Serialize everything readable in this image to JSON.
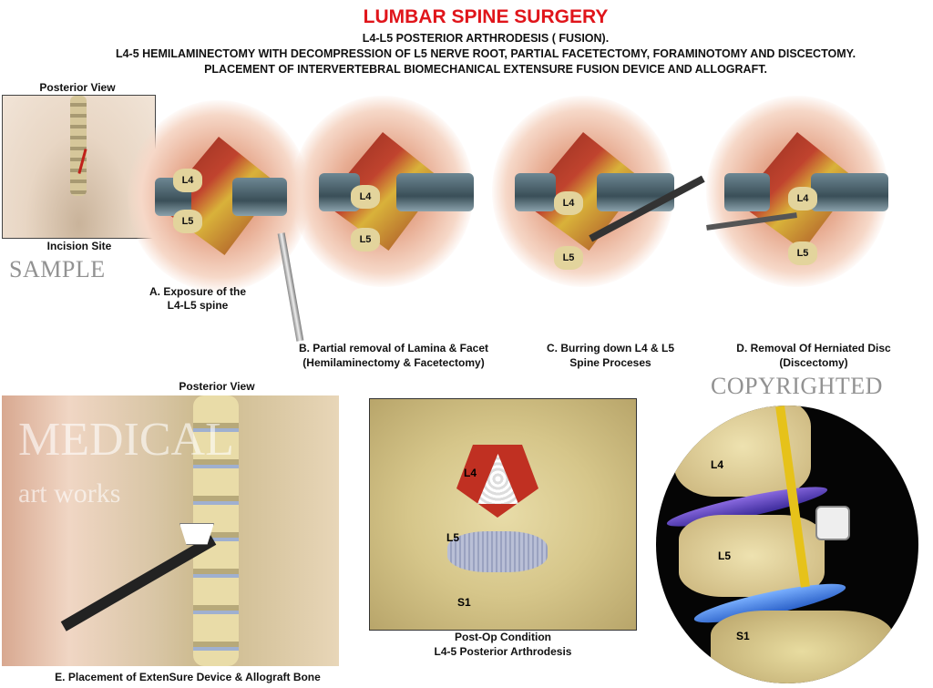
{
  "header": {
    "title": "LUMBAR SPINE SURGERY",
    "subtitle_1": "L4-L5 POSTERIOR ARTHRODESIS ( FUSION).",
    "subtitle_2": "L4-5 HEMILAMINECTOMY WITH DECOMPRESSION OF L5 NERVE ROOT, PARTIAL FACETECTOMY, FORAMINOTOMY AND DISCECTOMY.",
    "subtitle_3": "PLACEMENT OF INTERVERTEBRAL BIOMECHANICAL EXTENSURE FUSION DEVICE AND ALLOGRAFT."
  },
  "incision_panel": {
    "view_label": "Posterior View",
    "caption": "Incision Site"
  },
  "steps": [
    {
      "caption_1": "A. Exposure of the",
      "caption_2": "L4-L5  spine",
      "l4": "L4",
      "l5": "L5"
    },
    {
      "caption_1": "B. Partial removal of Lamina & Facet",
      "caption_2": "(Hemilaminectomy & Facetectomy)",
      "l4": "L4",
      "l5": "L5"
    },
    {
      "caption_1": "C. Burring down L4 & L5",
      "caption_2": "Spine Proceses",
      "l4": "L4",
      "l5": "L5"
    },
    {
      "caption_1": "D. Removal Of Herniated Disc",
      "caption_2": "(Discectomy)",
      "l4": "L4",
      "l5": "L5"
    }
  ],
  "placement_panel": {
    "view_label": "Posterior View",
    "caption": "E. Placement of ExtenSure Device & Allograft Bone"
  },
  "postop_panel": {
    "l4": "L4",
    "l5": "L5",
    "s1": "S1",
    "caption_1": "Post-Op Condition",
    "caption_2": "L4-5 Posterior Arthrodesis"
  },
  "lateral_panel": {
    "l4": "L4",
    "l5": "L5",
    "s1": "S1"
  },
  "watermark": {
    "text": "COPYRIGHTED",
    "sample": "SAMPLE",
    "brand": "MEDICAL",
    "brand_sub": "art works"
  },
  "colors": {
    "title": "#e0151b",
    "bone": "#e3d49c",
    "disc": "#3a6fd0",
    "nerve": "#e6c21a"
  }
}
